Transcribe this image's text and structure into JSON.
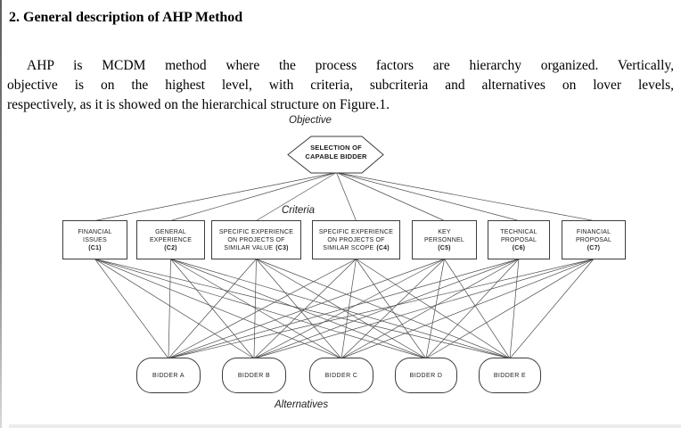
{
  "page": {
    "heading": "2. General description of AHP Method",
    "paragraph_lines": [
      "AHP is MCDM method where the process factors are hierarchy organized. Vertically,",
      "objective is on the highest level, with criteria, subcriteria and alternatives on lover levels,",
      "respectively, as it is showed on the hierarchical structure on Figure.1."
    ]
  },
  "diagram": {
    "level_labels": {
      "objective": "Objective",
      "criteria": "Criteria",
      "alternatives": "Alternatives"
    },
    "objective_node": {
      "line1": "SELECTION OF",
      "line2": "CAPABLE BIDDER"
    },
    "criteria": [
      {
        "lines": [
          "FINANCIAL",
          "ISSUES",
          ""
        ],
        "code": "(C1)"
      },
      {
        "lines": [
          "GENERAL",
          "EXPERIENCE",
          ""
        ],
        "code": "(C2)"
      },
      {
        "lines": [
          "SPECIFIC EXPERIENCE",
          "ON PROJECTS OF",
          "SIMILAR VALUE"
        ],
        "code": "(C3)"
      },
      {
        "lines": [
          "SPECIFIC EXPERIENCE",
          "ON PROJECTS OF",
          "SIMILAR SCOPE"
        ],
        "code": "(C4)"
      },
      {
        "lines": [
          "KEY",
          "PERSONNEL",
          ""
        ],
        "code": "(C5)"
      },
      {
        "lines": [
          "TECHNICAL",
          "PROPOSAL",
          ""
        ],
        "code": "(C6)"
      },
      {
        "lines": [
          "FINANCIAL",
          "PROPOSAL",
          ""
        ],
        "code": "(C7)"
      }
    ],
    "alternatives": [
      "BIDDER A",
      "BIDDER B",
      "BIDDER C",
      "BIDDER D",
      "BIDDER E"
    ],
    "colors": {
      "connector_line": "#4d4d4d",
      "node_border": "#3c3c3c",
      "text": "#000000",
      "background": "#ffffff"
    }
  }
}
